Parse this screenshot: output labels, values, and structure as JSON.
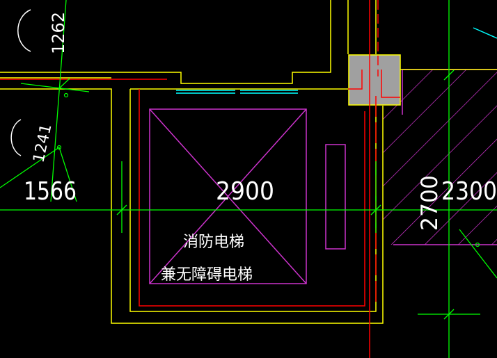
{
  "drawing": {
    "labels": {
      "arc_top": "1262",
      "arc_left": "1241",
      "dim_left": "1566",
      "dim_center": "2900",
      "dim_right_vertical": "2700",
      "dim_right": "2300",
      "elevator_line1": "消防电梯",
      "elevator_line2": "兼无障碍电梯"
    },
    "colors": {
      "background": "#000000",
      "wall": "#ffff00",
      "red_axis": "#ff0000",
      "green": "#00ff00",
      "magenta": "#cc33cc",
      "cyan": "#00ffff",
      "text": "#ffffff",
      "column_fill": "#a0a0a0"
    }
  }
}
